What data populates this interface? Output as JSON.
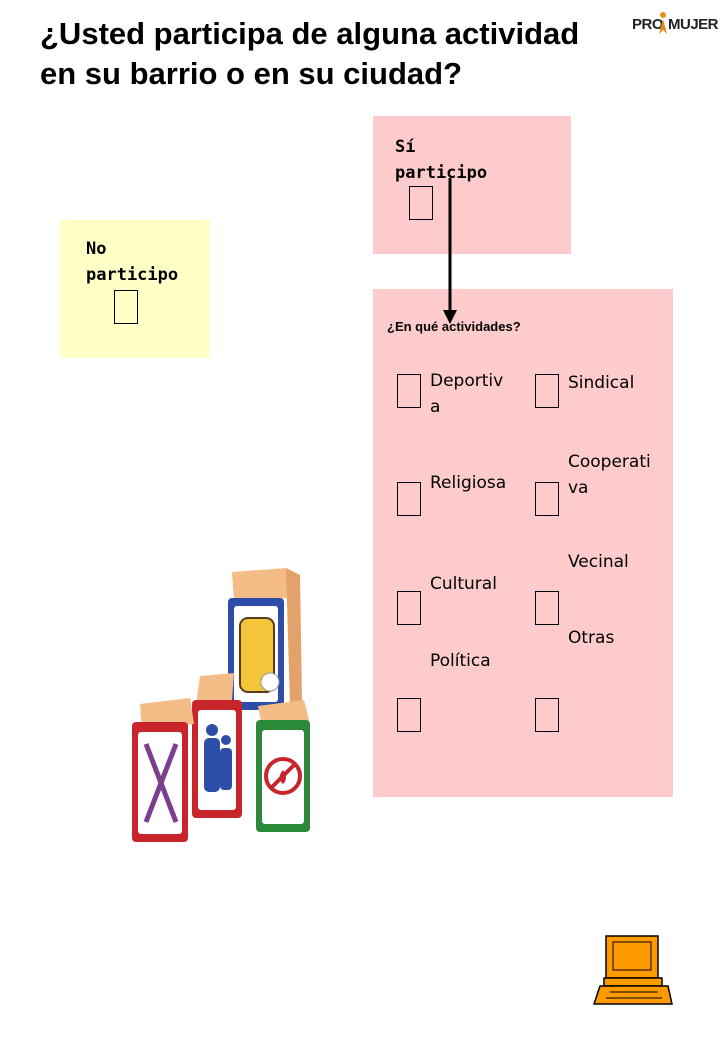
{
  "title": "¿Usted participa de alguna actividad en su barrio o en su ciudad?",
  "logo": {
    "text": "PROMUJER"
  },
  "yes_box": {
    "label": "Sí participo"
  },
  "no_box": {
    "label": "No participo"
  },
  "activities": {
    "question": "¿En qué actividades?",
    "options": [
      {
        "label": "Deportiva"
      },
      {
        "label": "Sindical"
      },
      {
        "label": "Religiosa"
      },
      {
        "label": "Cooperativa"
      },
      {
        "label": "Cultural"
      },
      {
        "label": "Vecinal"
      },
      {
        "label": "Política"
      },
      {
        "label": "Otras"
      }
    ]
  },
  "colors": {
    "pink_panel": "#fdcbcb",
    "yellow_panel": "#ffffc6",
    "computer_icon": "#ff9900"
  },
  "illustrations": [
    "toy-blocks-illustration",
    "computer-icon"
  ]
}
